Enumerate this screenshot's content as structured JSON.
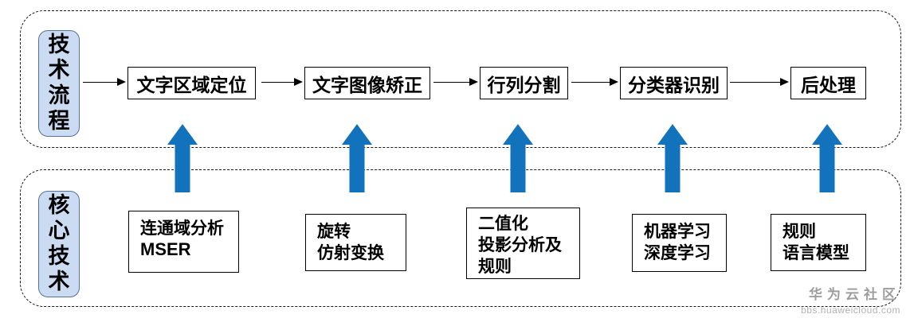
{
  "palette": {
    "arrow_blue": "#1273BC",
    "label_fill": "#CBDCF2",
    "label_border": "#54719B",
    "box_border": "#000000",
    "watermark_gray": "#9E9E9E"
  },
  "top_section": {
    "label": "技术流程",
    "steps": [
      {
        "label": "文字区域定位"
      },
      {
        "label": "文字图像矫正"
      },
      {
        "label": "行列分割"
      },
      {
        "label": "分类器识别"
      },
      {
        "label": "后处理"
      }
    ]
  },
  "bottom_section": {
    "label": "核心技术",
    "techniques": [
      {
        "lines": [
          "连通域分析",
          "MSER"
        ]
      },
      {
        "lines": [
          "旋转",
          "仿射变换"
        ]
      },
      {
        "lines": [
          "二值化",
          "投影分析及",
          "规则"
        ]
      },
      {
        "lines": [
          "机器学习",
          "深度学习"
        ]
      },
      {
        "lines": [
          "规则",
          "语言模型"
        ]
      }
    ]
  },
  "watermark": {
    "title": "华为云社区",
    "url": "bbs.huaweicloud.com"
  }
}
